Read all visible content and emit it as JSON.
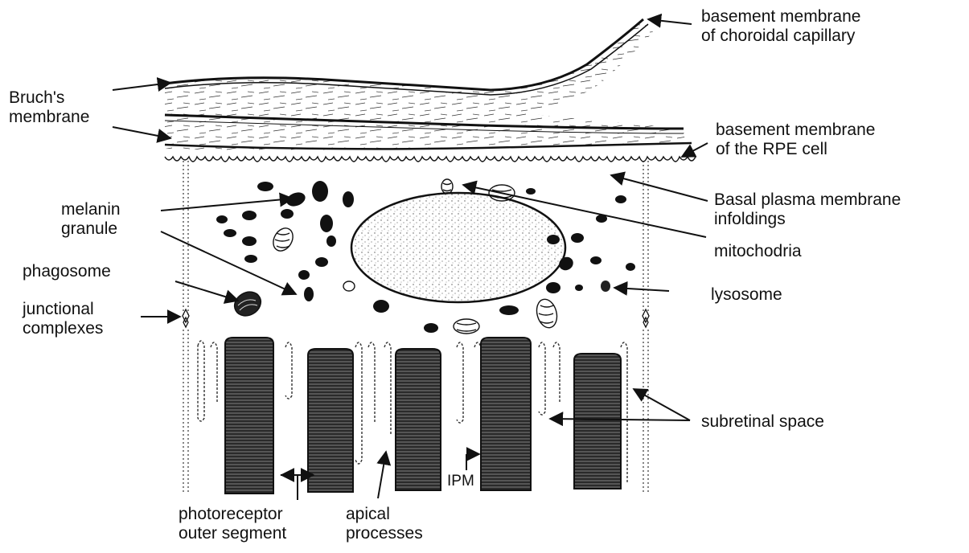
{
  "labels": {
    "bm_choroidal_1": "basement membrane",
    "bm_choroidal_2": "of choroidal capillary",
    "bruchs_1": "Bruch's",
    "bruchs_2": "membrane",
    "bm_rpe_1": "basement membrane",
    "bm_rpe_2": "of the RPE cell",
    "basal_1": "Basal plasma membrane",
    "basal_2": "infoldings",
    "melanin_1": "melanin",
    "melanin_2": "granule",
    "mitochondria": "mitochodria",
    "phagosome": "phagosome",
    "lysosome": "lysosome",
    "junctional_1": "junctional",
    "junctional_2": "complexes",
    "subretinal": "subretinal space",
    "ipm": "IPM",
    "photoreceptor_1": "photoreceptor",
    "photoreceptor_2": "outer segment",
    "apical_1": "apical",
    "apical_2": "processes"
  },
  "colors": {
    "ink": "#111111",
    "paper": "#ffffff",
    "nucleus": "#f2f2f2"
  }
}
